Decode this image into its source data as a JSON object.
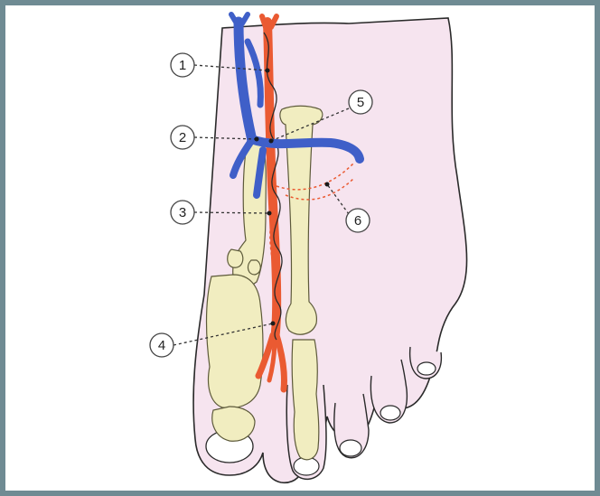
{
  "figure": {
    "callouts": [
      {
        "id": "c1",
        "label": "1"
      },
      {
        "id": "c2",
        "label": "2"
      },
      {
        "id": "c3",
        "label": "3"
      },
      {
        "id": "c4",
        "label": "4"
      },
      {
        "id": "c5",
        "label": "5"
      },
      {
        "id": "c6",
        "label": "6"
      }
    ]
  },
  "colors": {
    "frame": "#6f8b93",
    "skin": "#f6e4ef",
    "bone": "#f1edc0",
    "vein": "#3f5fc8",
    "artery": "#ea5a32",
    "outline": "#2a2a2a"
  }
}
